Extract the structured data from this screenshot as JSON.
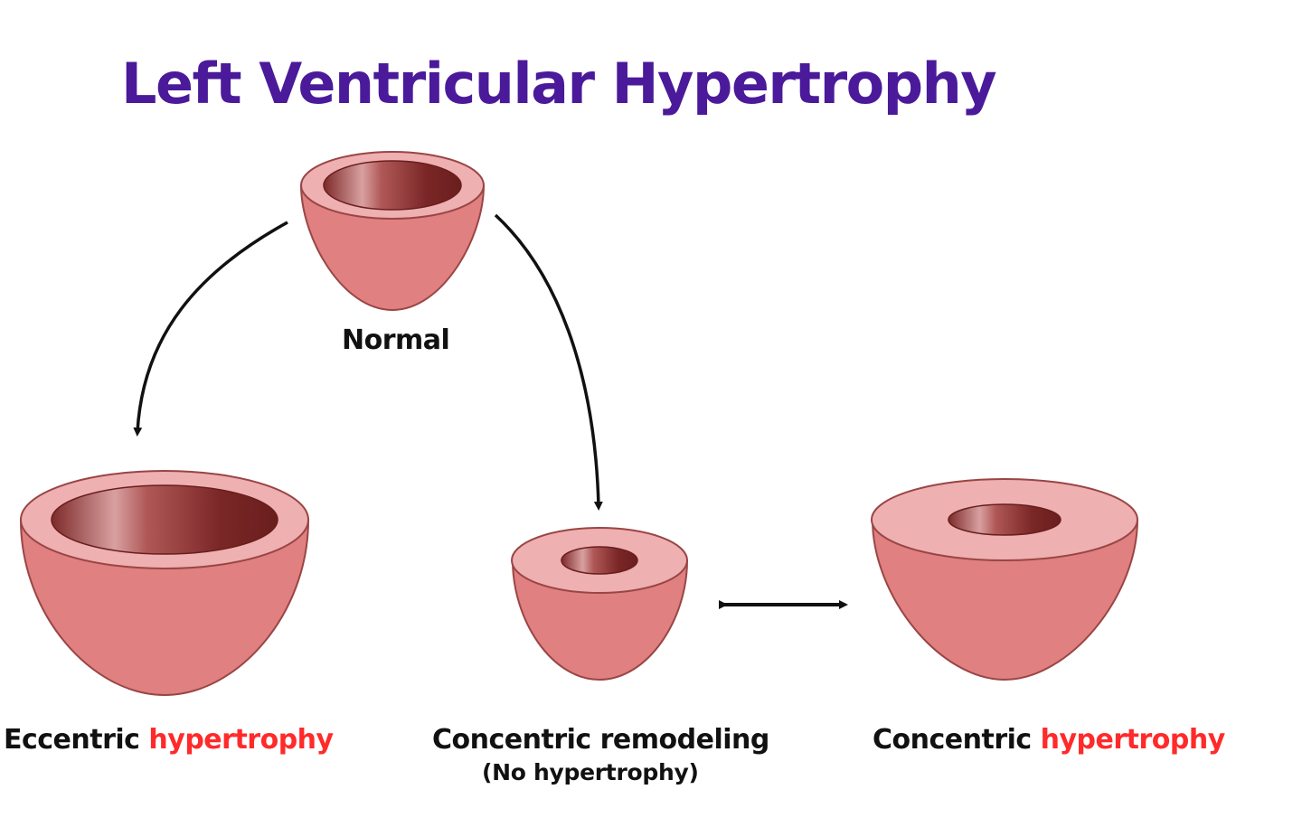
{
  "title": "Left Ventricular Hypertrophy",
  "nodes": {
    "normal": {
      "label": "Normal"
    },
    "eccentric": {
      "label_plain": "Eccentric",
      "label_highlight": "hypertrophy"
    },
    "concentric_remodeling": {
      "label": "Concentric remodeling",
      "sublabel": "(No hypertrophy)"
    },
    "concentric_hypertrophy": {
      "label_plain": "Concentric",
      "label_highlight": "hypertrophy"
    }
  },
  "colors": {
    "title": "#4a1a9a",
    "highlight": "#ff2a2a",
    "wall": "#e08080",
    "rim": "#eeb0b0",
    "outline": "#9a4545",
    "cavity": "#7a2424",
    "arrow": "#111111"
  }
}
